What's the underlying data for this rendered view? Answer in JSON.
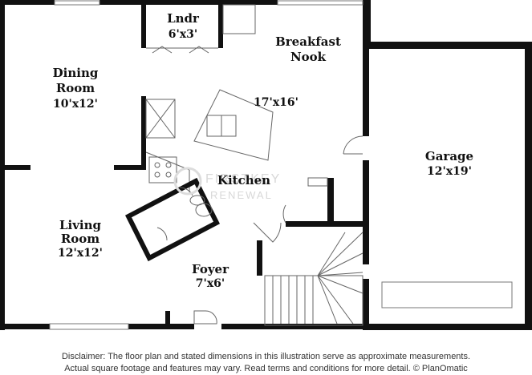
{
  "rooms": {
    "laundry": {
      "name": "Lndr",
      "dims": "6'x3'"
    },
    "breakfast": {
      "name_line1": "Breakfast",
      "name_line2": "Nook"
    },
    "kitchen": {
      "name": "Kitchen",
      "dims": "17'x16'"
    },
    "dining": {
      "name_line1": "Dining",
      "name_line2": "Room",
      "dims": "10'x12'"
    },
    "garage": {
      "name": "Garage",
      "dims": "12'x19'"
    },
    "living": {
      "name_line1": "Living",
      "name_line2": "Room",
      "dims": "12'x12'"
    },
    "foyer": {
      "name": "Foyer",
      "dims": "7'x6'"
    }
  },
  "watermark": {
    "line1": "FIRSTKEY",
    "line2": "RENEWAL"
  },
  "disclaimer": {
    "line1": "Disclaimer: The floor plan and stated dimensions in this illustration serve as approximate measurements.",
    "line2": "Actual square footage and features may vary. Read terms and conditions for more detail. © PlanOmatic"
  }
}
